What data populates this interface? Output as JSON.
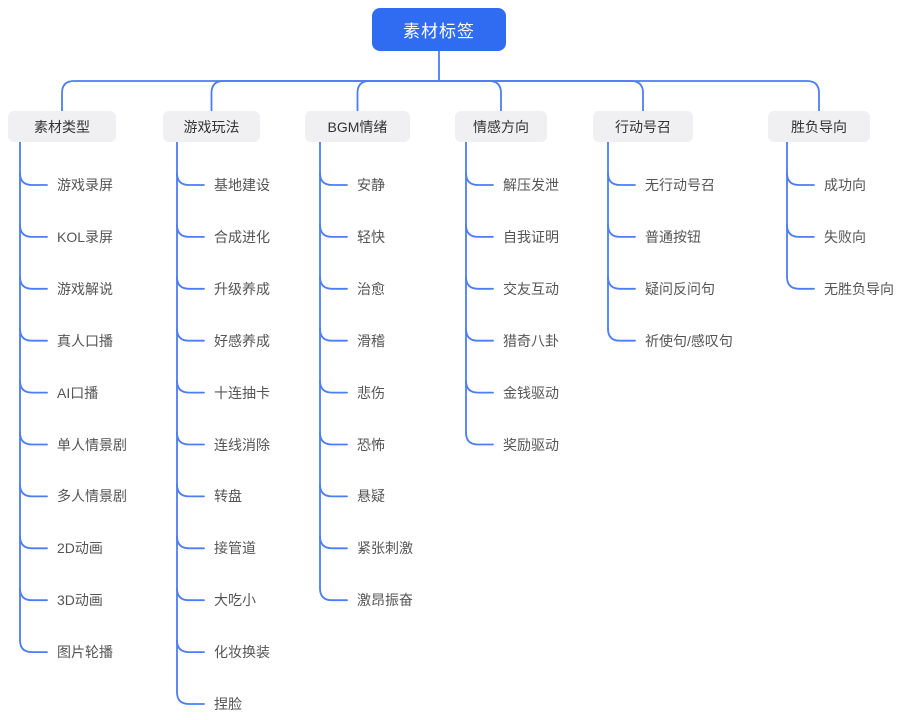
{
  "colors": {
    "root_node_bg": "#2F6CF2",
    "root_node_text": "#FFFFFF",
    "connector": "#4D7DF2",
    "category_bg": "#F0F0F2",
    "category_text": "#333333",
    "child_text": "#555555",
    "background": "#FFFFFF"
  },
  "mindmap": {
    "root": {
      "label": "素材标签"
    },
    "branches": [
      {
        "label": "素材类型",
        "children": [
          "游戏录屏",
          "KOL录屏",
          "游戏解说",
          "真人口播",
          "AI口播",
          "单人情景剧",
          "多人情景剧",
          "2D动画",
          "3D动画",
          "图片轮播"
        ]
      },
      {
        "label": "游戏玩法",
        "children": [
          "基地建设",
          "合成进化",
          "升级养成",
          "好感养成",
          "十连抽卡",
          "连线消除",
          "转盘",
          "接管道",
          "大吃小",
          "化妆换装",
          "捏脸"
        ]
      },
      {
        "label": "BGM情绪",
        "children": [
          "安静",
          "轻快",
          "治愈",
          "滑稽",
          "悲伤",
          "恐怖",
          "悬疑",
          "紧张刺激",
          "激昂振奋"
        ]
      },
      {
        "label": "情感方向",
        "children": [
          "解压发泄",
          "自我证明",
          "交友互动",
          "猎奇八卦",
          "金钱驱动",
          "奖励驱动"
        ]
      },
      {
        "label": "行动号召",
        "children": [
          "无行动号召",
          "普通按钮",
          "疑问反问句",
          "祈使句/感叹句"
        ]
      },
      {
        "label": "胜负导向",
        "children": [
          "成功向",
          "失败向",
          "无胜负导向"
        ]
      }
    ]
  }
}
